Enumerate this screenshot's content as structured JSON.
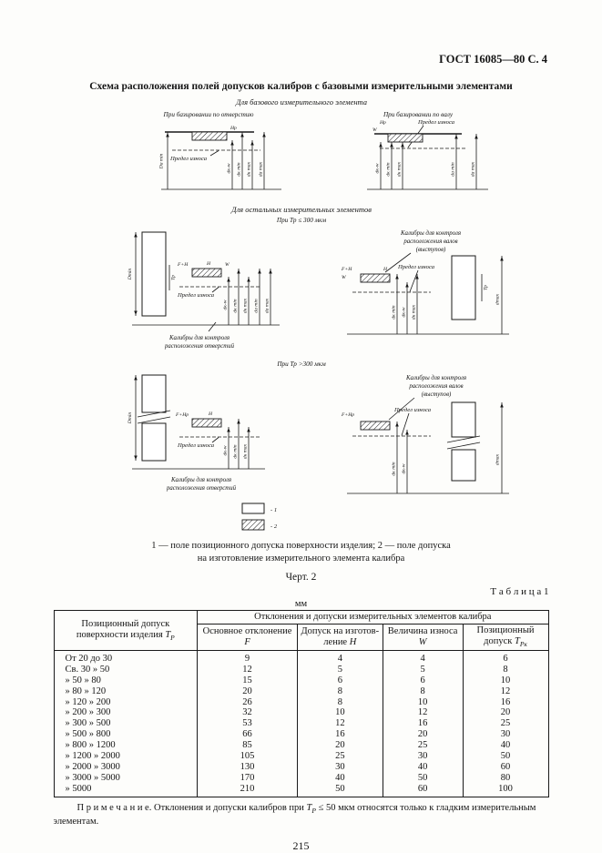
{
  "page": {
    "header": "ГОСТ 16085—80 С. 4",
    "title": "Схема расположения полей допусков калибров с базовыми измерительными элементами",
    "fig_label": "Черт. 2",
    "page_number": "215"
  },
  "diagrams": {
    "base_title": "Для базового измерительного элемента",
    "base_left_subtitle": "При базировании по отверстию",
    "base_right_subtitle": "При базировании по валу",
    "others_title": "Для остальных измерительных элементов",
    "others_cond": "При Тр ≤ 300 мкм",
    "large_cond": "При Тр >300 мкм",
    "wear_limit": "Предел износа",
    "holes_caption_1": "Калибры для контроля",
    "holes_caption_2": "расположения отверстий",
    "shafts_caption_1": "Калибры для контроля",
    "shafts_caption_2": "расположения валов",
    "shafts_caption_3": "(выступов)",
    "dims": {
      "hp": "Нр",
      "w": "W",
      "h": "Н",
      "f_h": "F+Н",
      "f_hp": "F+Нр",
      "tp": "Тр",
      "D_min": "Dmin",
      "Da_min": "Dа min",
      "da_min": "dа min",
      "da_max": "dа max",
      "dk_w": "dк-w",
      "dk_min": "dк min",
      "dk_max": "dк max",
      "d_max": "dmax"
    },
    "legend": {
      "item1": "- 1",
      "item2": "- 2",
      "note_line1": "1 — поле позиционного допуска поверхности изделия; 2 — поле допуска",
      "note_line2": "на изготовление измерительного элемента калибра"
    }
  },
  "table": {
    "caption": "Т а б л и ц а  1",
    "unit": "мм",
    "col1": {
      "text": "Позиционный допуск поверхности изделия ",
      "sym": "Т",
      "sub": "Р"
    },
    "group_header": "Отклонения и допуски измерительных элементов калибра",
    "sub1": {
      "text": "Основное отклонение ",
      "sym": "F"
    },
    "sub2": {
      "text": "Допуск на изготов-ление ",
      "sym": "Н"
    },
    "sub3": {
      "text": "Величина износа ",
      "sym": "W"
    },
    "sub4": {
      "text": "Позиционный допуск ",
      "sym": "Т",
      "sub": "Рк"
    },
    "rows": [
      {
        "range": "От 20 до 30",
        "f": "9",
        "h": "4",
        "w": "4",
        "tpk": "6"
      },
      {
        "range": "Св. 30 » 50",
        "f": "12",
        "h": "5",
        "w": "5",
        "tpk": "8"
      },
      {
        "range": "» 50 » 80",
        "f": "15",
        "h": "6",
        "w": "6",
        "tpk": "10"
      },
      {
        "range": "» 80 » 120",
        "f": "20",
        "h": "8",
        "w": "8",
        "tpk": "12"
      },
      {
        "range": "» 120 » 200",
        "f": "26",
        "h": "8",
        "w": "10",
        "tpk": "16"
      },
      {
        "range": "» 200 » 300",
        "f": "32",
        "h": "10",
        "w": "12",
        "tpk": "20"
      },
      {
        "range": "» 300 » 500",
        "f": "53",
        "h": "12",
        "w": "16",
        "tpk": "25"
      },
      {
        "range": "» 500 » 800",
        "f": "66",
        "h": "16",
        "w": "20",
        "tpk": "30"
      },
      {
        "range": "» 800 » 1200",
        "f": "85",
        "h": "20",
        "w": "25",
        "tpk": "40"
      },
      {
        "range": "» 1200 » 2000",
        "f": "105",
        "h": "25",
        "w": "30",
        "tpk": "50"
      },
      {
        "range": "» 2000 » 3000",
        "f": "130",
        "h": "30",
        "w": "40",
        "tpk": "60"
      },
      {
        "range": "» 3000 » 5000",
        "f": "170",
        "h": "40",
        "w": "50",
        "tpk": "80"
      },
      {
        "range": "» 5000",
        "f": "210",
        "h": "50",
        "w": "60",
        "tpk": "100"
      }
    ]
  },
  "note": {
    "label": "П р и м е ч а н и е.",
    "before": " Отклонения и допуски калибров при ",
    "sym": "Т",
    "sub": "Р",
    "after": " ≤ 50 мкм относятся только к гладким измерительным элементам."
  }
}
